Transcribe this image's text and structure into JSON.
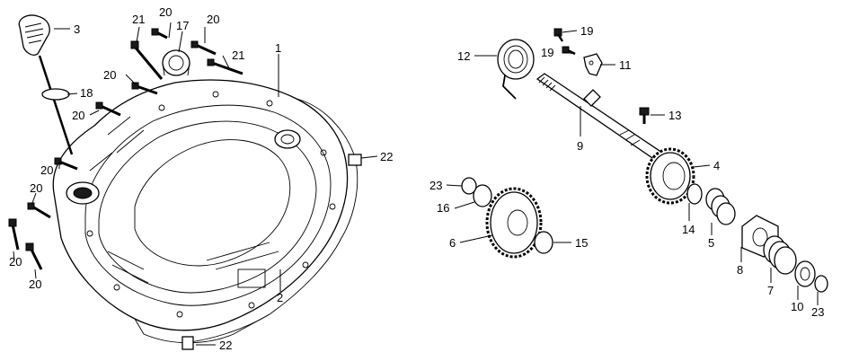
{
  "diagram": {
    "callouts": {
      "c1": "1",
      "c2": "2",
      "c3": "3",
      "c4": "4",
      "c5": "5",
      "c6": "6",
      "c7": "7",
      "c8": "8",
      "c9": "9",
      "c10": "10",
      "c11": "11",
      "c12": "12",
      "c13": "13",
      "c14": "14",
      "c15": "15",
      "c16": "16",
      "c17": "17",
      "c18": "18",
      "c19a": "19",
      "c19b": "19",
      "c20a": "20",
      "c20b": "20",
      "c20c": "20",
      "c20d": "20",
      "c20e": "20",
      "c20f": "20",
      "c20g": "20",
      "c20h": "20",
      "c21a": "21",
      "c21b": "21",
      "c22a": "22",
      "c22b": "22",
      "c23a": "23",
      "c23b": "23"
    }
  }
}
